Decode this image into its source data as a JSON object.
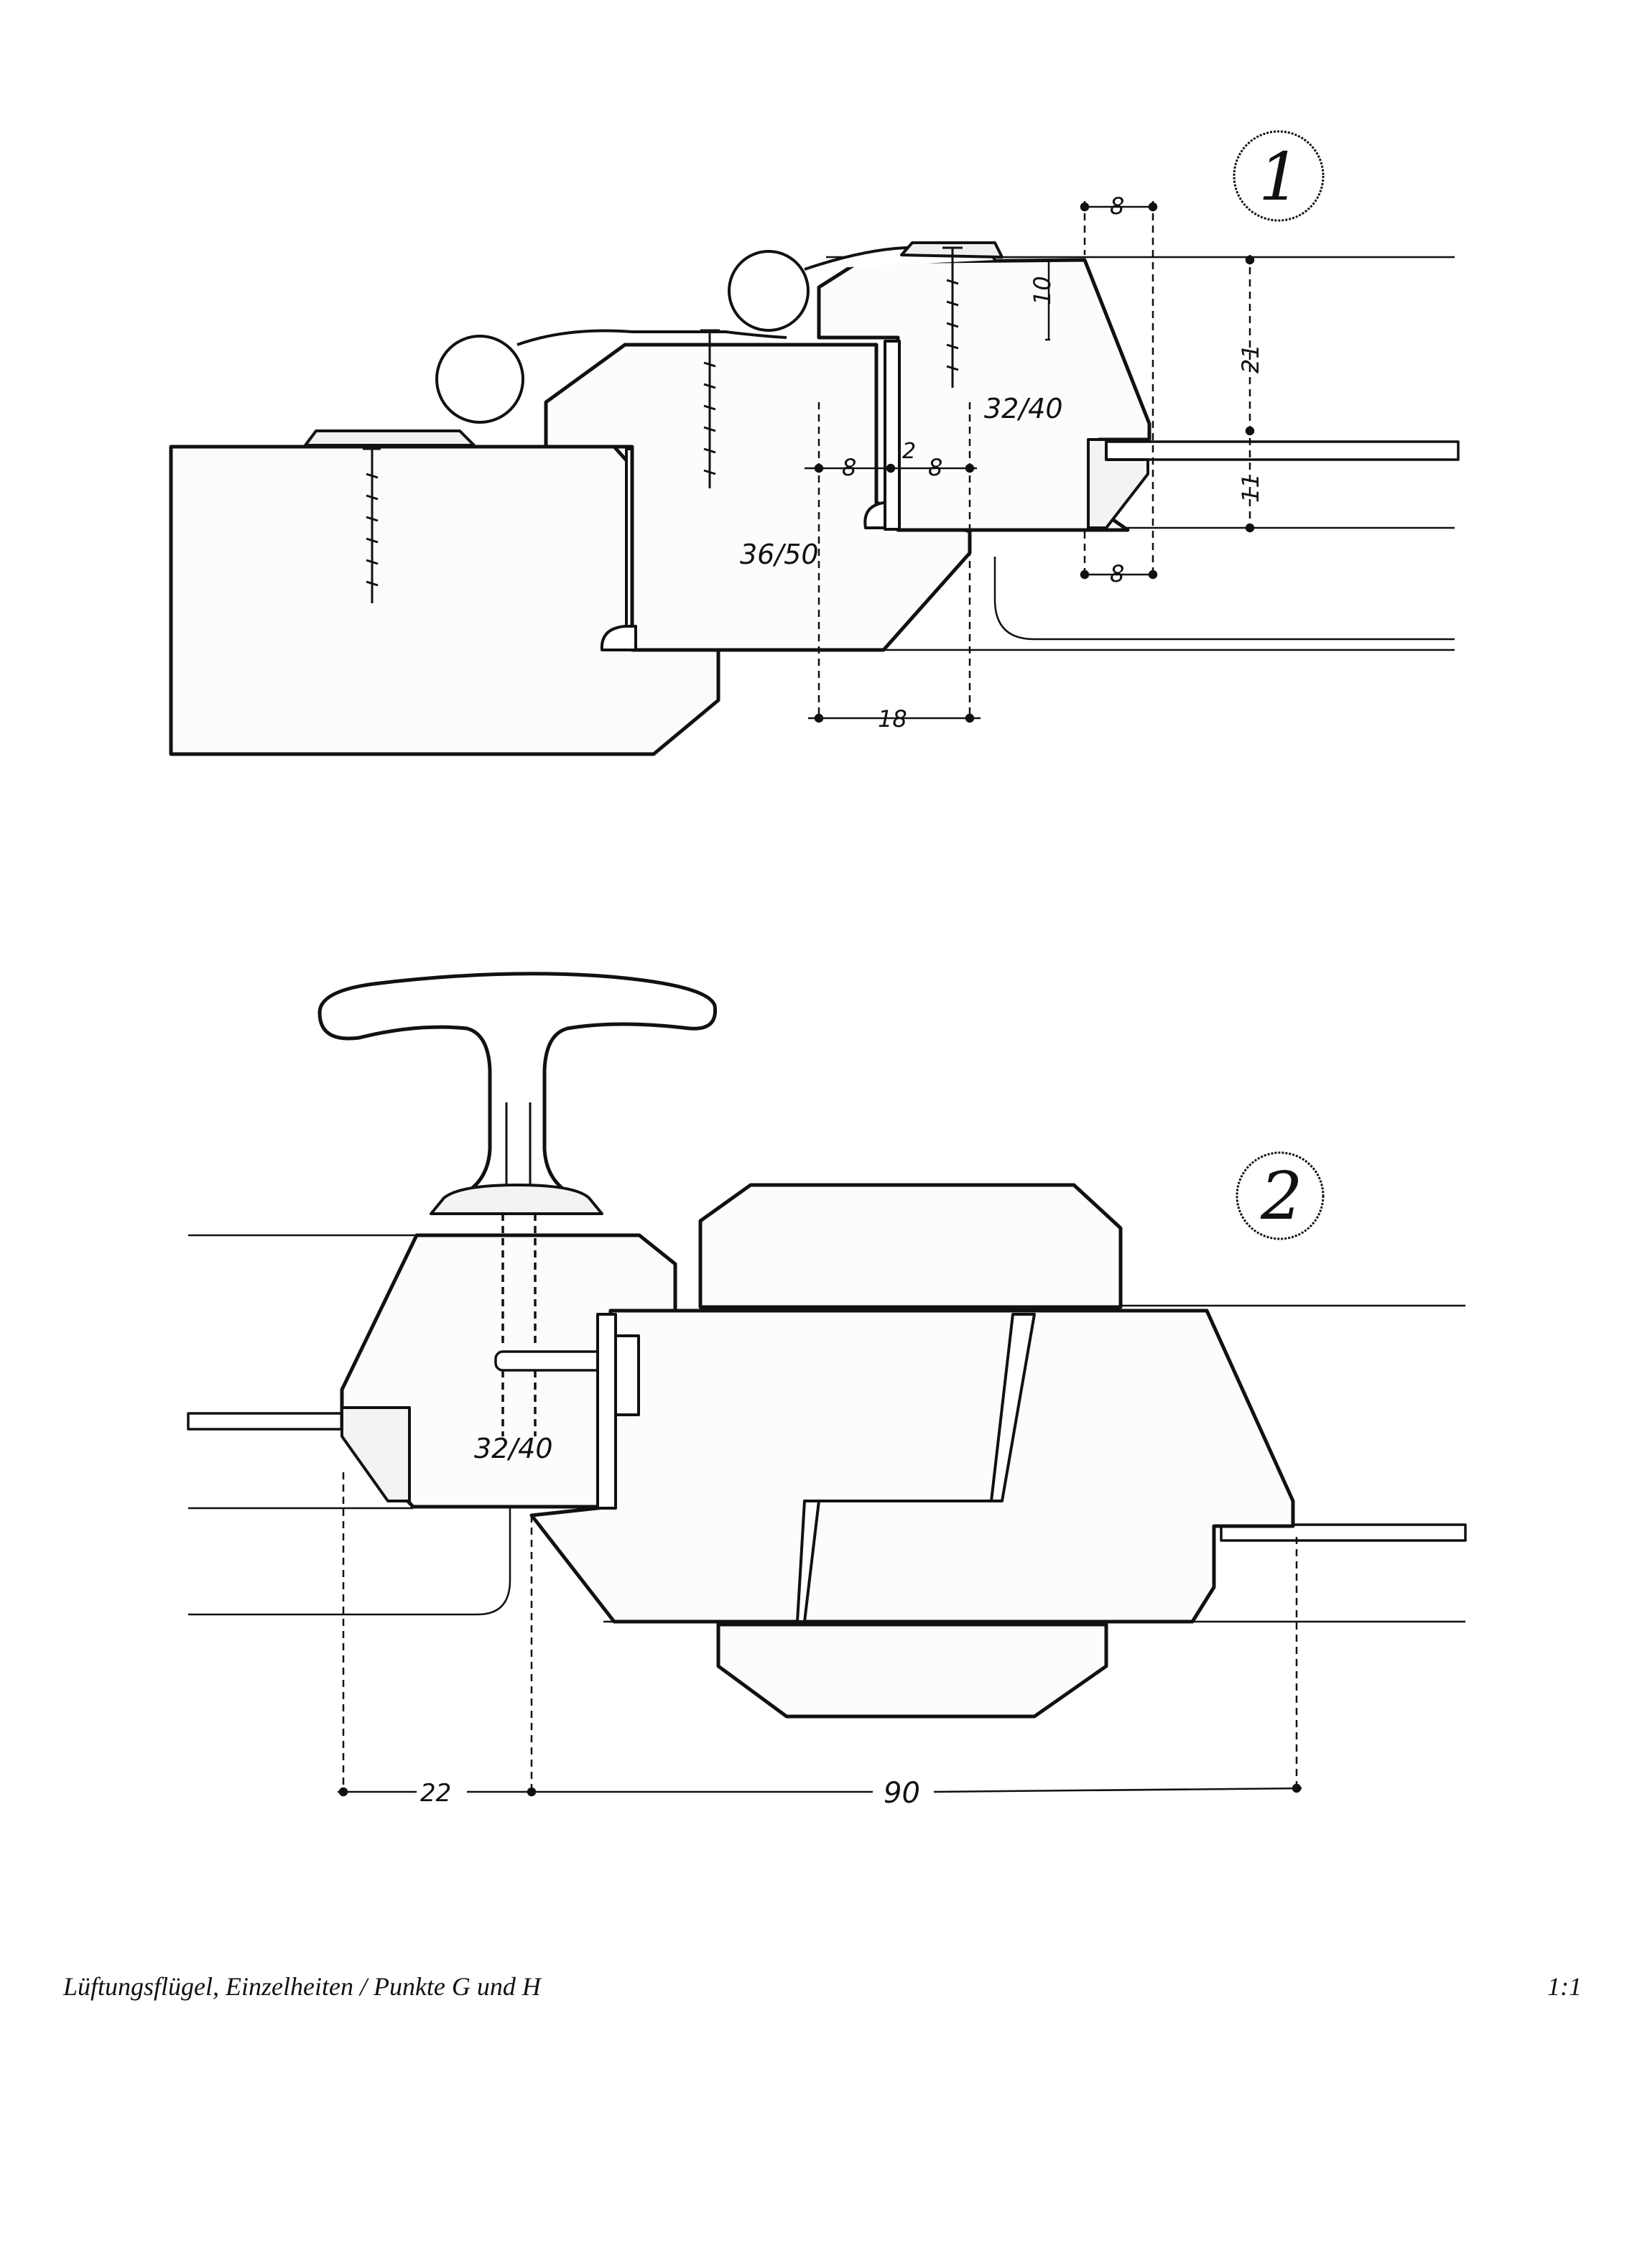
{
  "caption": "Lüftungsflügel, Einzelheiten / Punkte G und H",
  "scale": "1:1",
  "detail_1": {
    "number": "1",
    "section_label_a": "36/50",
    "section_label_b": "32/40",
    "dims": {
      "top_width": "8",
      "top_height": "10",
      "height_upper": "21",
      "height_lower": "11",
      "bottom_width": "8",
      "rebate_left": "8",
      "rebate_gap": "2",
      "rebate_right": "8",
      "overlap": "18"
    }
  },
  "detail_2": {
    "number": "2",
    "section_label": "32/40",
    "dims": {
      "left": "22",
      "right": "90"
    }
  }
}
